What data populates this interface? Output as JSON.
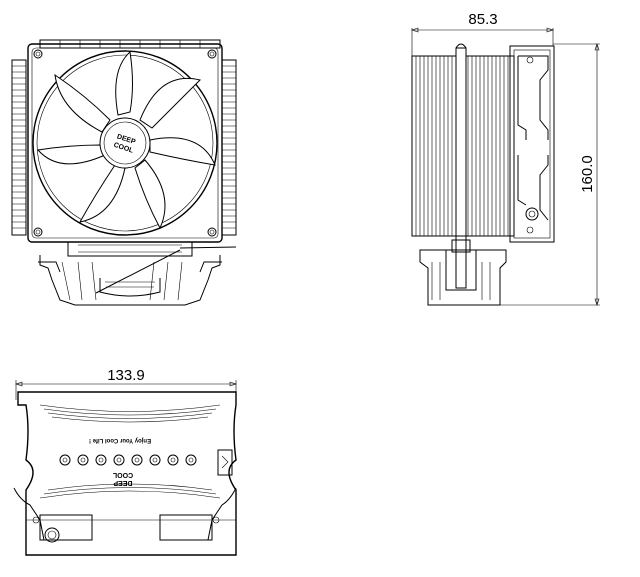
{
  "drawing": {
    "views": {
      "front": {
        "brand_logo_lines": [
          "DEEP",
          "COOL"
        ]
      },
      "side": {
        "depth_dimension": "85.3",
        "height_dimension": "160.0"
      },
      "top": {
        "width_dimension": "133.9",
        "slogan": "Enjoy Your Cool Life !",
        "brand_logo_lines": [
          "DEEP",
          "COOL"
        ]
      }
    }
  }
}
